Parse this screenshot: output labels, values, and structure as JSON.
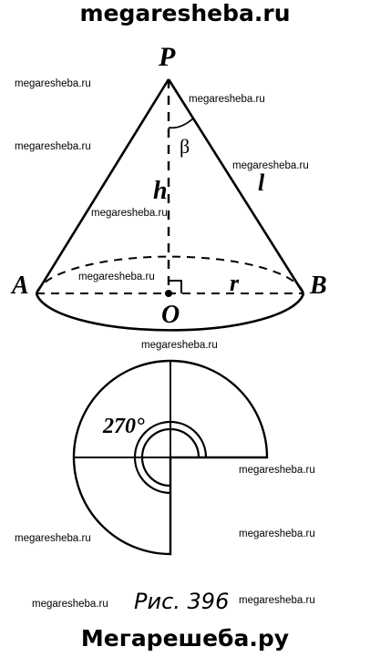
{
  "header": {
    "site": "megaresheba.ru"
  },
  "footer": {
    "site": "Мегарешеба.ру"
  },
  "figure": {
    "caption": "Рис. 396",
    "labels": {
      "apex": "P",
      "left_point": "A",
      "right_point": "B",
      "center": "O",
      "height": "h",
      "slant": "l",
      "radius": "r",
      "angle": "β",
      "sector_angle": "270°"
    }
  },
  "watermarks": [
    "megaresheba.ru",
    "megaresheba.ru",
    "megaresheba.ru",
    "megaresheba.ru",
    "megaresheba.ru",
    "megaresheba.ru",
    "megaresheba.ru",
    "megaresheba.ru",
    "megaresheba.ru",
    "megaresheba.ru",
    "megaresheba.ru",
    "megaresheba.ru"
  ]
}
